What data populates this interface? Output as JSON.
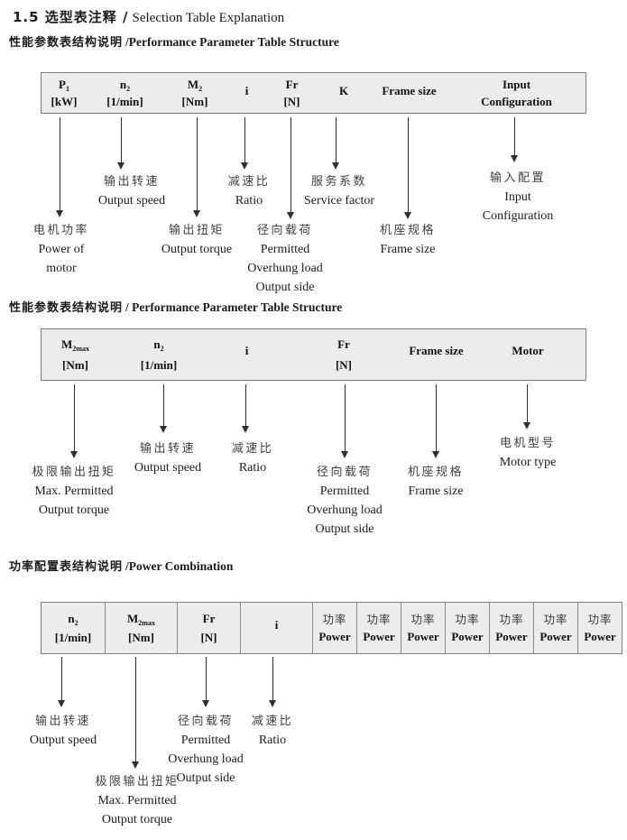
{
  "title": {
    "zh": "1.5 选型表注释 /",
    "en": "Selection Table Explanation"
  },
  "colors": {
    "table_header_bg": "#ececec",
    "table_border": "#7d7d7d",
    "text": "#1a1a1a"
  },
  "s1": {
    "heading_zh": "性能参数表结构说明",
    "heading_en": "/Performance Parameter Table Structure",
    "cols": [
      {
        "sym": "P",
        "sub": "1",
        "unit": "[kW]"
      },
      {
        "sym": "n",
        "sub": "2",
        "unit": "[1/min]"
      },
      {
        "sym": "M",
        "sub": "2",
        "unit": "[Nm]"
      },
      {
        "sym": "i",
        "sub": "",
        "unit": ""
      },
      {
        "sym": "Fr",
        "sub": "",
        "unit": "[N]"
      },
      {
        "sym": "K",
        "sub": "",
        "unit": ""
      },
      {
        "sym": "Frame size",
        "sub": "",
        "unit": ""
      },
      {
        "sym": "Input",
        "sub": "",
        "unit": "Configuration"
      }
    ],
    "labels": {
      "p1": {
        "l0": "电机功率",
        "l1": "Power of",
        "l2": "motor"
      },
      "n2": {
        "l0": "输出转速",
        "l1": "Output speed"
      },
      "m2": {
        "l0": "输出扭矩",
        "l1": "Output torque"
      },
      "i": {
        "l0": "减速比",
        "l1": "Ratio"
      },
      "fr": {
        "l0": "径向载荷",
        "l1": "Permitted",
        "l2": "Overhung load",
        "l3": "Output side"
      },
      "k": {
        "l0": "服务系数",
        "l1": "Service factor"
      },
      "frame": {
        "l0": "机座规格",
        "l1": "Frame size"
      },
      "input": {
        "l0": "输入配置",
        "l1": "Input",
        "l2": "Configuration"
      }
    }
  },
  "s2": {
    "heading_zh": "性能参数表结构说明",
    "heading_en": "/ Performance Parameter Table Structure",
    "cols": [
      {
        "sym": "M",
        "sub": "2max",
        "unit": "[Nm]"
      },
      {
        "sym": "n",
        "sub": "2",
        "unit": "[1/min]"
      },
      {
        "sym": "i",
        "sub": "",
        "unit": ""
      },
      {
        "sym": "Fr",
        "sub": "",
        "unit": "[N]"
      },
      {
        "sym": "Frame size",
        "sub": "",
        "unit": ""
      },
      {
        "sym": "Motor",
        "sub": "",
        "unit": ""
      }
    ],
    "labels": {
      "m2max": {
        "l0": "极限输出扭矩",
        "l1": "Max. Permitted",
        "l2": "Output torque"
      },
      "n2": {
        "l0": "输出转速",
        "l1": "Output speed"
      },
      "i": {
        "l0": "减速比",
        "l1": "Ratio"
      },
      "fr": {
        "l0": "径向载荷",
        "l1": "Permitted",
        "l2": "Overhung load",
        "l3": "Output side"
      },
      "frame": {
        "l0": "机座规格",
        "l1": "Frame size"
      },
      "motor": {
        "l0": "电机型号",
        "l1": "Motor type"
      }
    }
  },
  "s3": {
    "heading_zh": "功率配置表结构说明",
    "heading_en": "/Power Combination",
    "cols": [
      {
        "sym": "n",
        "sub": "2",
        "unit": "[1/min]"
      },
      {
        "sym": "M",
        "sub": "2max",
        "unit": "[Nm]"
      },
      {
        "sym": "Fr",
        "sub": "",
        "unit": "[N]"
      },
      {
        "sym": "i",
        "sub": "",
        "unit": ""
      }
    ],
    "power": [
      {
        "zh": "功率",
        "en": "Power"
      },
      {
        "zh": "功率",
        "en": "Power"
      },
      {
        "zh": "功率",
        "en": "Power"
      },
      {
        "zh": "功率",
        "en": "Power"
      },
      {
        "zh": "功率",
        "en": "Power"
      },
      {
        "zh": "功率",
        "en": "Power"
      },
      {
        "zh": "功率",
        "en": "Power"
      }
    ],
    "labels": {
      "n2": {
        "l0": "输出转速",
        "l1": "Output speed"
      },
      "m2max": {
        "l0": "极限输出扭矩",
        "l1": "Max. Permitted",
        "l2": "Output torque"
      },
      "fr": {
        "l0": "径向载荷",
        "l1": "Permitted",
        "l2": "Overhung load",
        "l3": "Output side"
      },
      "i": {
        "l0": "减速比",
        "l1": "Ratio"
      }
    }
  }
}
